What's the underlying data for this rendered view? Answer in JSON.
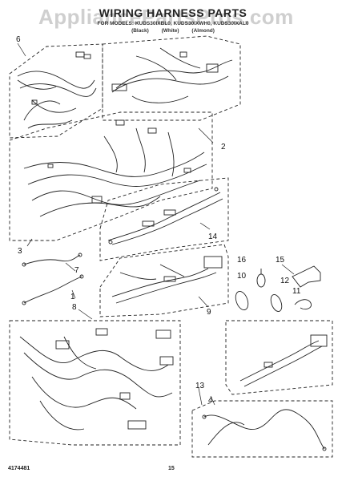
{
  "watermark": "AppliancePartsPros.com",
  "title": "WIRING HARNESS PARTS",
  "subtitle": "FOR MODELS: KUDS30IXBL0, KUDS30IXWH0, KUDS30IXAL0",
  "color_labels": [
    "(Black)",
    "(White)",
    "(Almond)"
  ],
  "callouts": [
    "1",
    "2",
    "3",
    "4",
    "6",
    "7",
    "8",
    "9",
    "10",
    "11",
    "12",
    "13",
    "14",
    "15",
    "16"
  ],
  "footer": {
    "doc_number": "4174481",
    "page_number": "15"
  }
}
